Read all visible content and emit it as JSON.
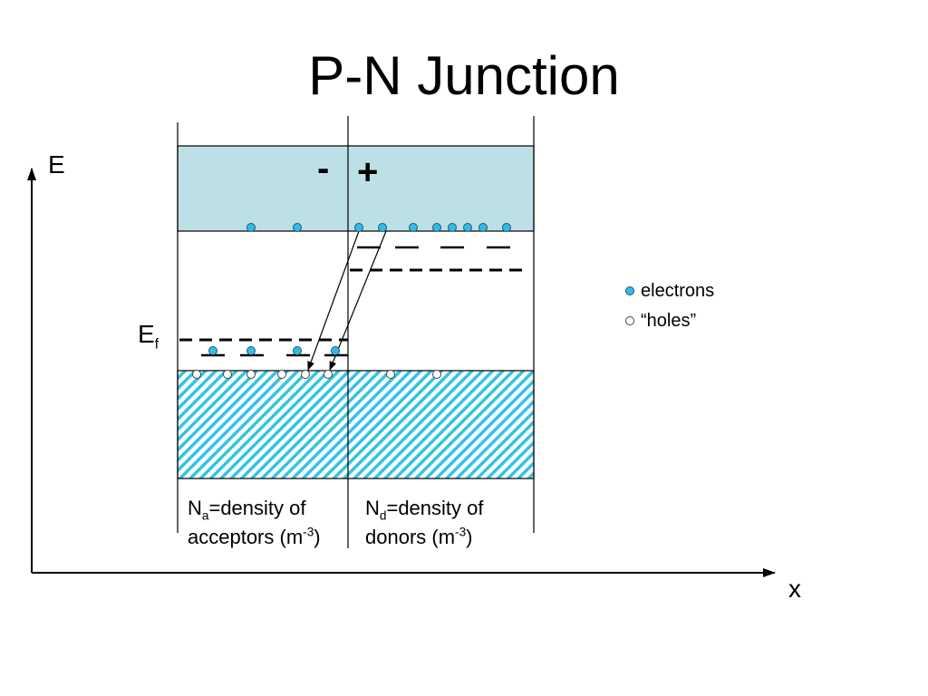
{
  "title": "P-N Junction",
  "axes": {
    "y_label": "E",
    "x_label": "x"
  },
  "fermi_level": {
    "symbol": "E",
    "subscript": "f"
  },
  "junction_charges": {
    "p_side": "-",
    "n_side": "+"
  },
  "regions": {
    "p_side": {
      "symbol": "N",
      "subscript": "a",
      "text": "=density of",
      "line2_prefix": "acceptors (m",
      "superscript": "-3",
      "line2_suffix": ")"
    },
    "n_side": {
      "symbol": "N",
      "subscript": "d",
      "text": "=density of",
      "line2_prefix": "donors (m",
      "superscript": "-3",
      "line2_suffix": ")"
    }
  },
  "legend": [
    {
      "label": "electrons",
      "marker": "filled-circle"
    },
    {
      "label": "“holes”",
      "marker": "open-circle"
    }
  ],
  "colors": {
    "conduction_band": "#bde0e6",
    "valence_band_hatch": "#33c3e6",
    "electron": "#33bbe6",
    "hole": "#ffffff",
    "line": "#000000"
  }
}
